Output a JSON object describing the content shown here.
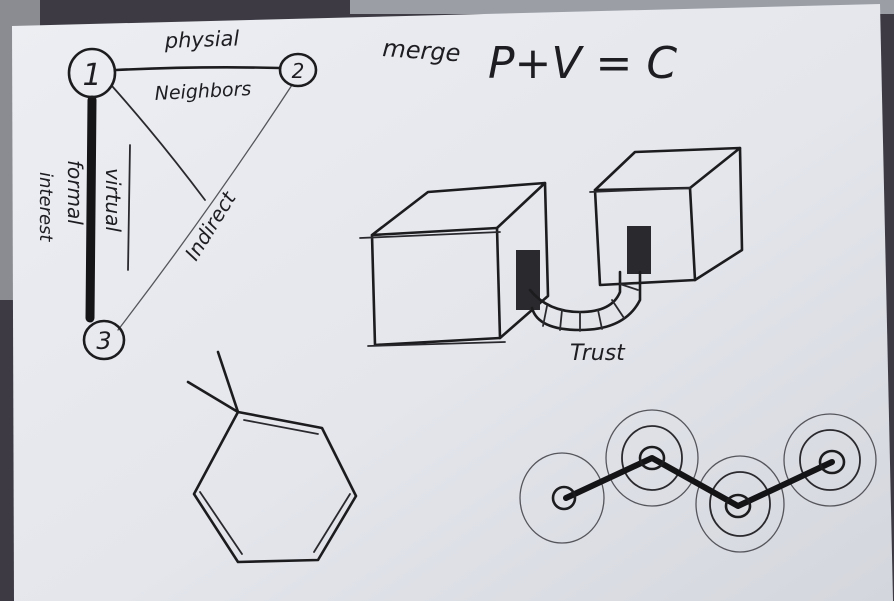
{
  "sketch": {
    "graph": {
      "nodes": [
        "1",
        "2",
        "3"
      ],
      "edges": {
        "physical_top": "physial",
        "physical_bottom": "Neighbors",
        "formal": "formal",
        "interest": "interest",
        "virtual": "virtual",
        "indirect": "Indirect"
      }
    },
    "formula": {
      "word": "merge",
      "expression": "P+V = C"
    },
    "cubes": {
      "bridge_label": "Trust"
    }
  },
  "colors": {
    "paper": "#e6e8ee",
    "ink": "#1c1c1f",
    "background": "#3d3a44"
  }
}
